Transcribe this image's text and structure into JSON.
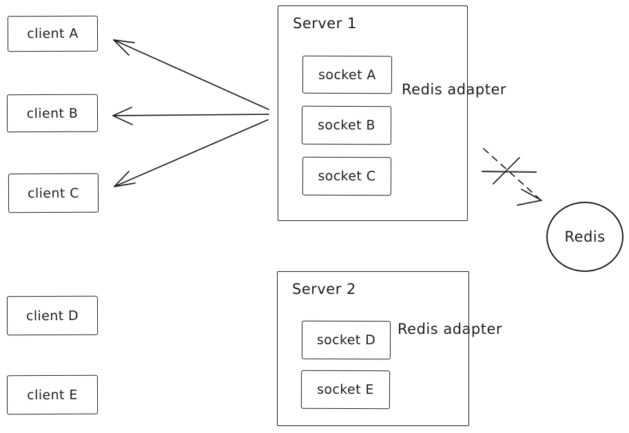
{
  "canvas": {
    "background": "#ffffff",
    "stroke_color": "#1c1c1c"
  },
  "clients": [
    {
      "label": "client A"
    },
    {
      "label": "client B"
    },
    {
      "label": "client C"
    },
    {
      "label": "client D"
    },
    {
      "label": "client E"
    }
  ],
  "server1": {
    "title": "Server 1",
    "adapter_label": "Redis adapter",
    "sockets": [
      {
        "label": "socket A"
      },
      {
        "label": "socket B"
      },
      {
        "label": "socket C"
      }
    ]
  },
  "server2": {
    "title": "Server 2",
    "adapter_label": "Redis adapter",
    "sockets": [
      {
        "label": "socket D"
      },
      {
        "label": "socket E"
      }
    ]
  },
  "redis": {
    "label": "Redis"
  }
}
